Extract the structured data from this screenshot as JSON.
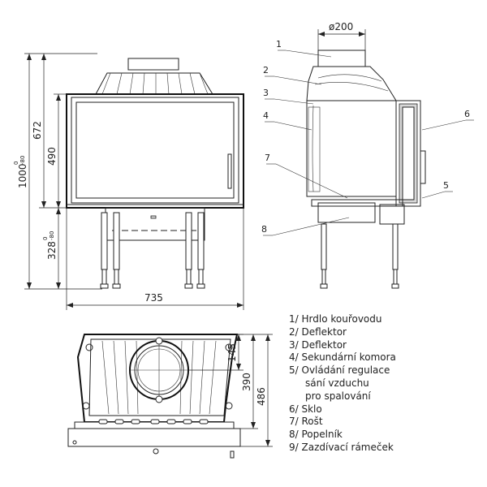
{
  "front_view": {
    "dim_total_height": "1000",
    "dim_total_height_tol_top": "0",
    "dim_total_height_tol_bottom": "-80",
    "dim_height_672": "672",
    "dim_height_490": "490",
    "dim_leg_height": "328",
    "dim_leg_height_tol_top": "0",
    "dim_leg_height_tol_bottom": "-80",
    "dim_width": "735"
  },
  "side_view": {
    "dim_flue_diameter": "ø200",
    "callouts": [
      "1",
      "2",
      "3",
      "4",
      "6",
      "7",
      "5",
      "8"
    ]
  },
  "top_view": {
    "dim_145": "145",
    "dim_390": "390",
    "dim_486": "486"
  },
  "legend": [
    {
      "line": "1/ Hrdlo kouřovodu"
    },
    {
      "line": "2/ Deflektor"
    },
    {
      "line": "3/ Deflektor"
    },
    {
      "line": "4/ Sekundární komora"
    },
    {
      "line": "5/ Ovládání regulace"
    },
    {
      "line": "sání vzduchu",
      "cont": true
    },
    {
      "line": "pro spalování",
      "cont": true
    },
    {
      "line": "6/ Sklo"
    },
    {
      "line": "7/ Rošt"
    },
    {
      "line": "8/ Popelník"
    },
    {
      "line": "9/ Zazdívací rámeček"
    }
  ]
}
